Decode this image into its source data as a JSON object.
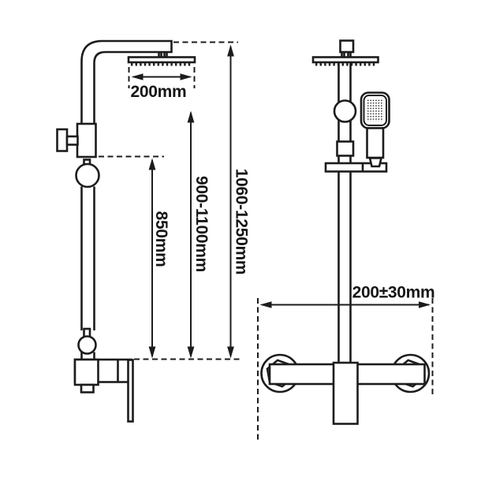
{
  "diagram": {
    "background_color": "#ffffff",
    "line_color": "#1c1c1c",
    "dimensions": {
      "head_width": "200mm",
      "mixer_to_diverter_height": "850mm",
      "riser_height_range": "900-1100mm",
      "overall_height_range": "1060-1250mm",
      "inlet_spacing": "200±30mm"
    }
  }
}
